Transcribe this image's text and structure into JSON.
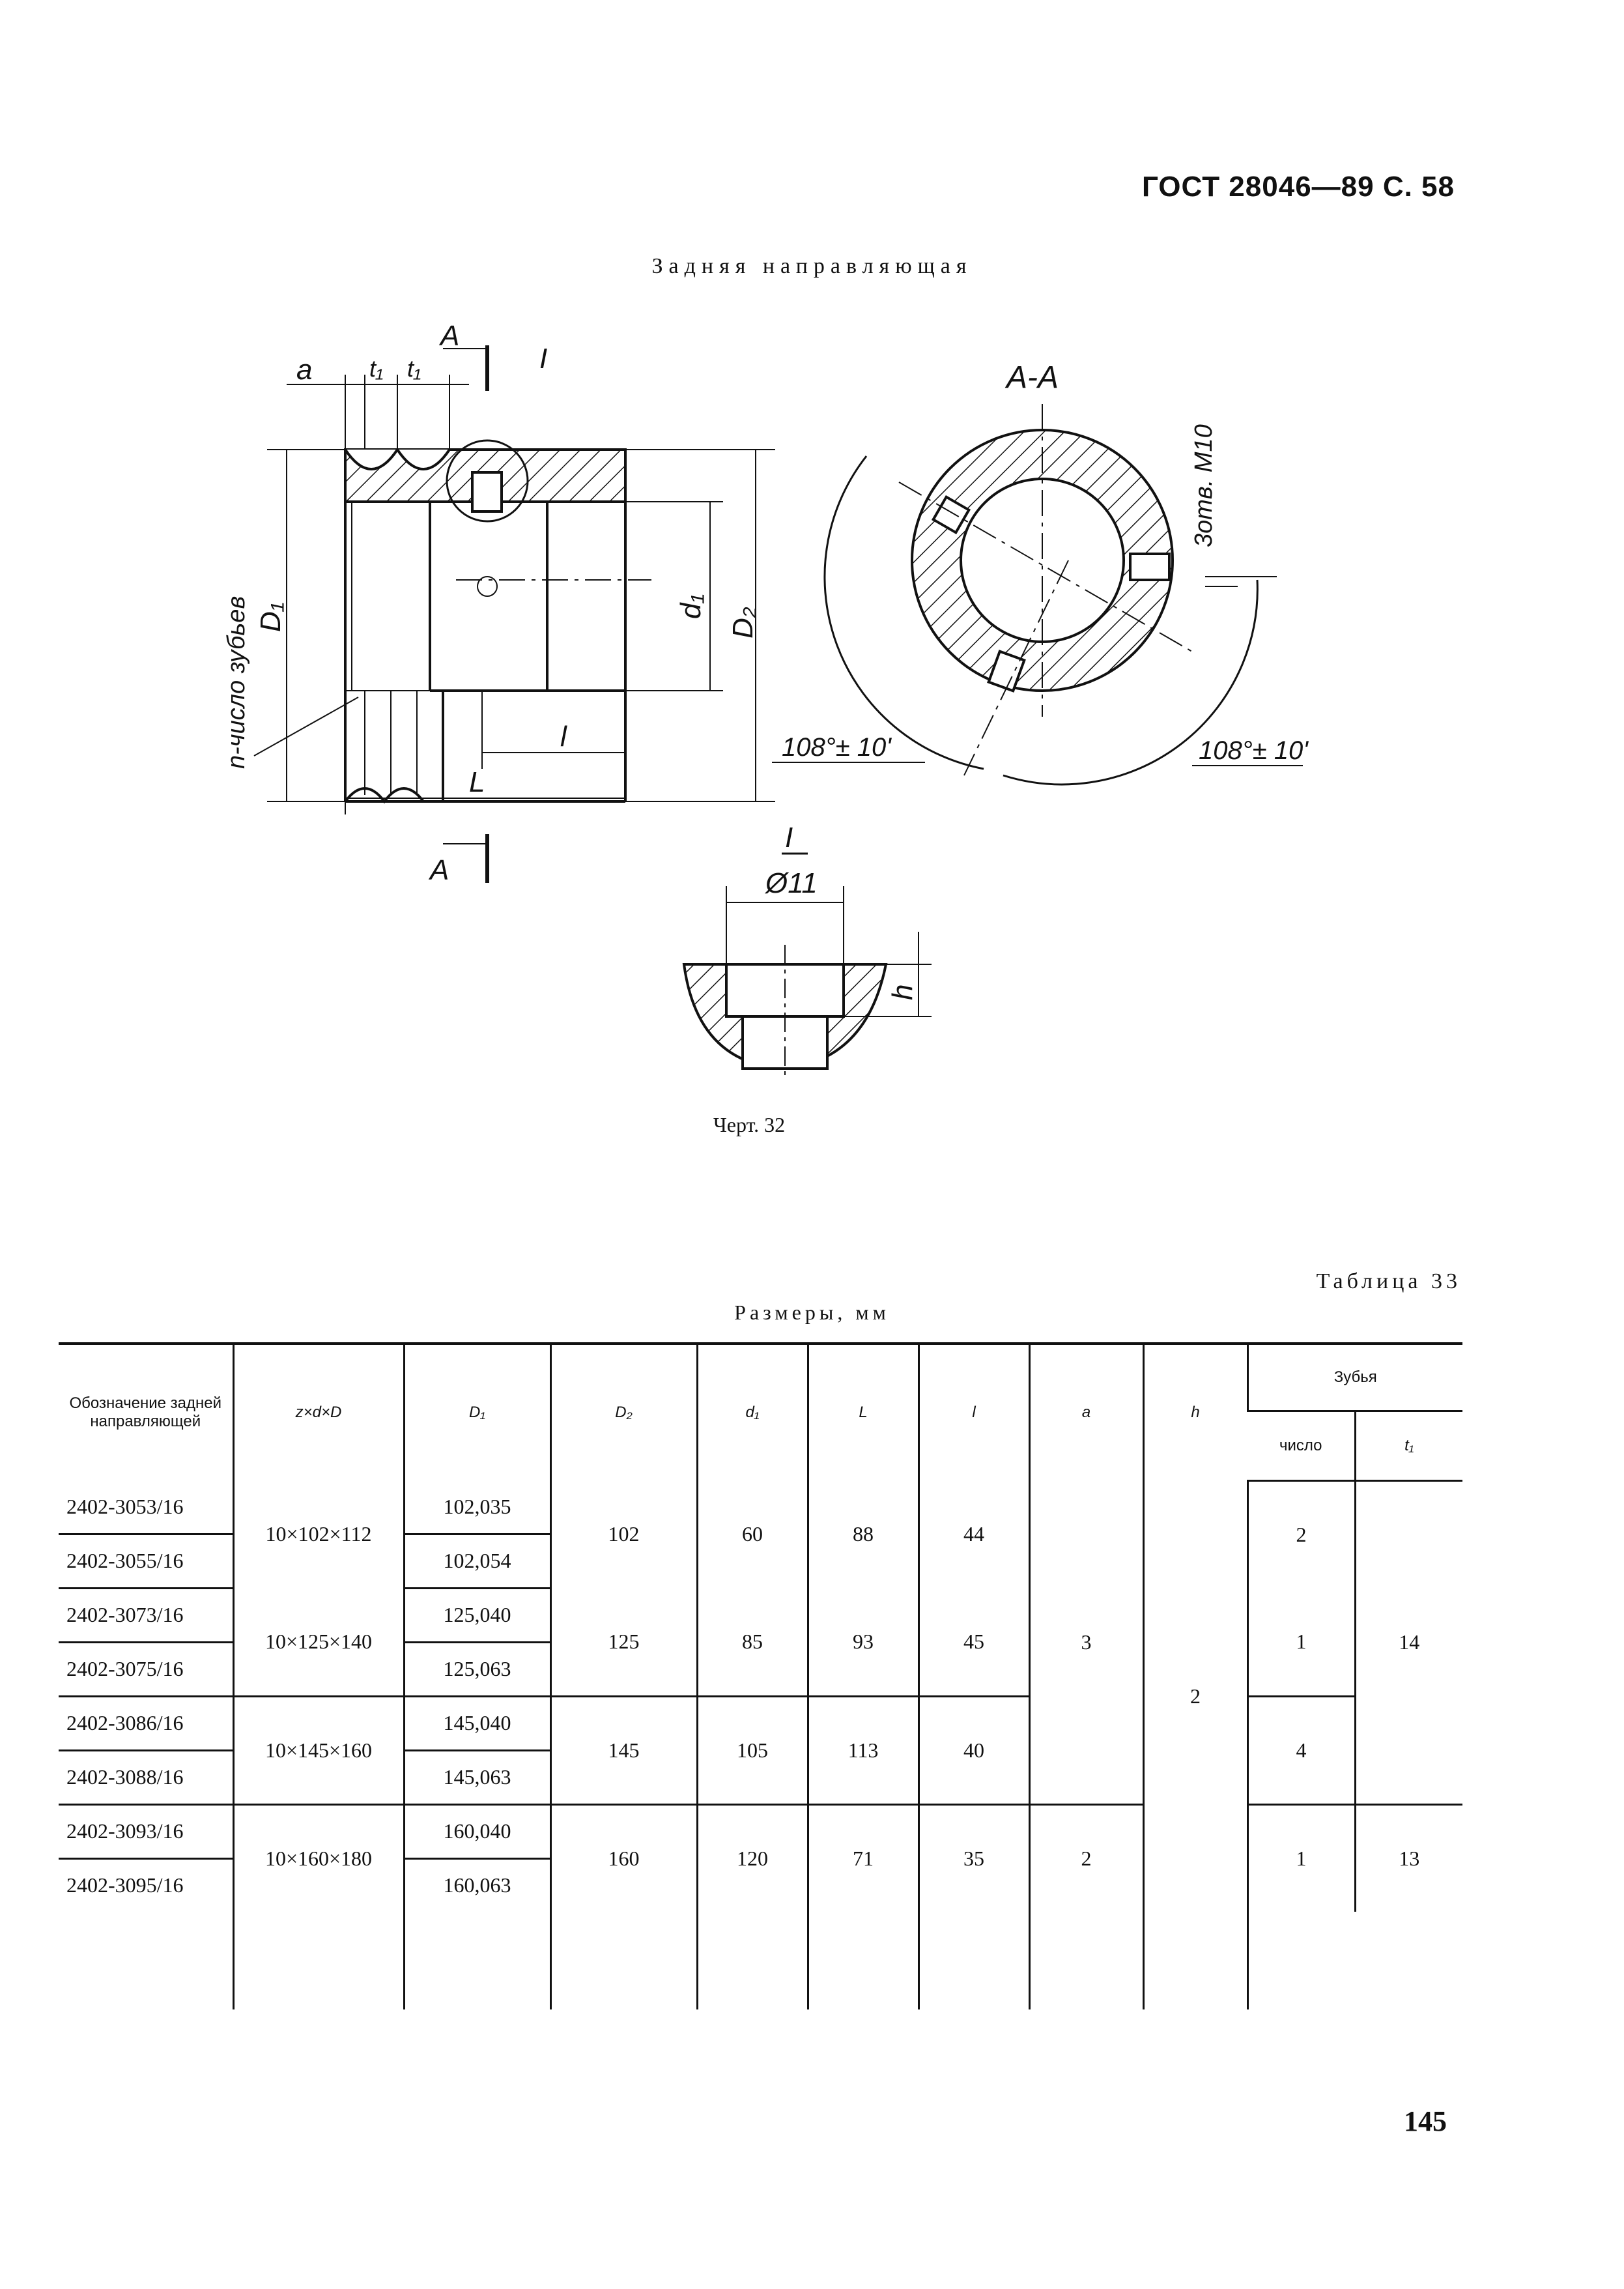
{
  "header": "ГОСТ 28046—89 С. 58",
  "section_title": "Задняя направляющая",
  "drawing": {
    "labels": {
      "section_mark": "А",
      "section_view": "А-А",
      "detail": "I",
      "a": "a",
      "t1": "t₁",
      "D1": "D₁",
      "D2": "D₂",
      "d1": "d₁",
      "l": "l",
      "L": "L",
      "teeth": "n-число зубьев",
      "holes": "3отв. М10",
      "angle1": "108°± 10'",
      "angle2": "108°± 10'",
      "diam11": "Ø11",
      "h": "h"
    }
  },
  "caption": "Черт. 32",
  "table_title": "Таблица 33",
  "table_subtitle": "Размеры, мм",
  "table": {
    "headers": {
      "designation": "Обозначение задней направляющей",
      "zdD": "z×d×D",
      "D1": "D₁",
      "D2": "D₂",
      "d1": "d₁",
      "L": "L",
      "l": "l",
      "a": "a",
      "h": "h",
      "teeth": "Зубья",
      "count": "число",
      "t1": "t₁"
    },
    "groups": [
      {
        "designations": [
          "2402-3053/16",
          "2402-3055/16"
        ],
        "zdD": "10×102×112",
        "D1": [
          "102,035",
          "102,054"
        ],
        "D2": "102",
        "d1": "60",
        "L": "88",
        "l": "44",
        "count": "2"
      },
      {
        "designations": [
          "2402-3073/16",
          "2402-3075/16"
        ],
        "zdD": "10×125×140",
        "D1": [
          "125,040",
          "125,063"
        ],
        "D2": "125",
        "d1": "85",
        "L": "93",
        "l": "45",
        "count": "1"
      },
      {
        "designations": [
          "2402-3086/16",
          "2402-3088/16"
        ],
        "zdD": "10×145×160",
        "D1": [
          "145,040",
          "145,063"
        ],
        "D2": "145",
        "d1": "105",
        "L": "113",
        "l": "40",
        "count": "4"
      },
      {
        "designations": [
          "2402-3093/16",
          "2402-3095/16"
        ],
        "zdD": "10×160×180",
        "D1": [
          "160,040",
          "160,063"
        ],
        "D2": "160",
        "d1": "120",
        "L": "71",
        "l": "35",
        "count": "1"
      }
    ],
    "a_values": [
      "3",
      "2"
    ],
    "h_value": "2",
    "t1_values": [
      "14",
      "13"
    ]
  },
  "page_number": "145"
}
